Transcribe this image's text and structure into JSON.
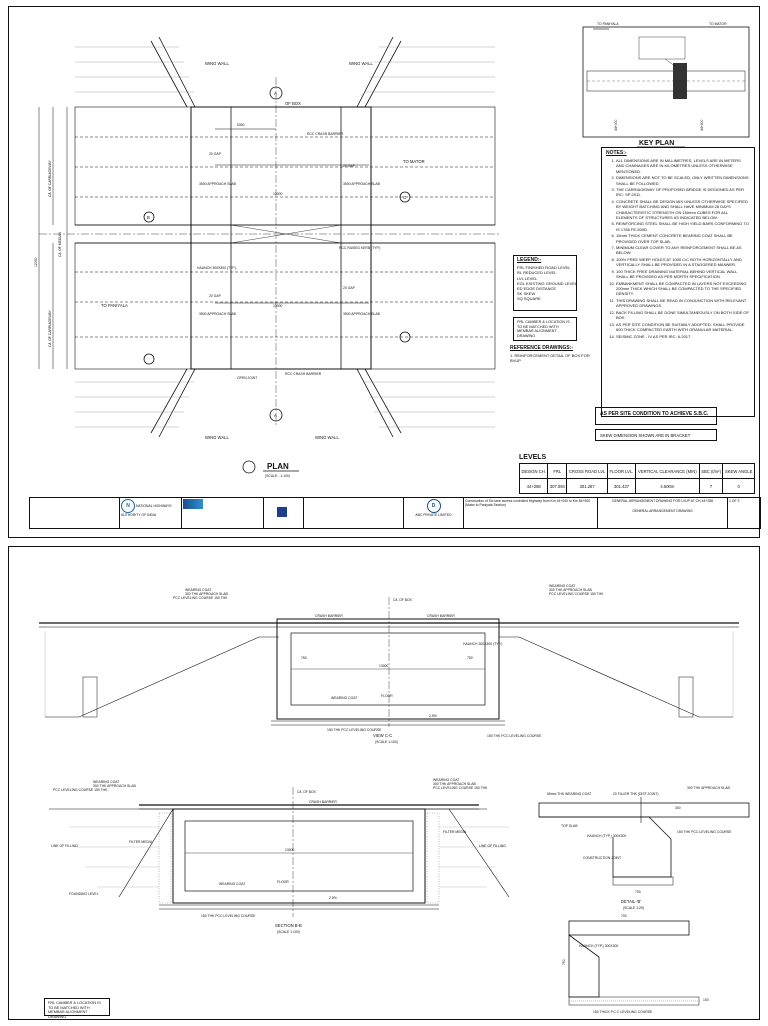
{
  "sheet1": {
    "plan": {
      "title": "PLAN",
      "scale": "(SCALE - 1:100)",
      "labels": {
        "wing_wall_tl": "WING WALL",
        "wing_wall_tr": "WING WALL",
        "wing_wall_bl": "WING WALL",
        "wing_wall_br": "WING WALL",
        "of_box": "OF BOX",
        "rcc_crash_barrier_top": "RCC CRASH BARRIER",
        "rcc_crash_barrier_bottom": "RCC CRASH BARRIER",
        "to_mator": "TO MATOR",
        "to_paniyala": "TO PANIYALA",
        "haunch": "HAUNCH 300X300 (TYP.)",
        "open_joint": "OPEN JOINT",
        "rcc_raised_kerb": "RCC RAISED KERB (TYP.)",
        "gap_20_tl": "20 GAP",
        "gap_20_tr": "20 GAP",
        "gap_20_bl": "20 GAP",
        "gap_20_br": "20 GAP",
        "approach_slab_tl": "3500 APPROACH SLAB",
        "approach_slab_tr": "3500 APPROACH SLAB",
        "approach_slab_bl": "3500 APPROACH SLAB",
        "approach_slab_br": "3500 APPROACH SLAB",
        "dim_5300": "5300",
        "dim_13000_top": "13000",
        "dim_13000_bottom": "13000",
        "dim_12050": "12050",
        "c_l_carriageway_top": "C/L OF CARRIAGEWAY",
        "c_l_median": "C/L OF MEDIAN",
        "c_l_carriageway_bottom": "C/L OF CARRIAGEWAY",
        "section_a": "A",
        "section_b": "B",
        "section_c": "C"
      }
    },
    "key_plan": {
      "title": "KEY PLAN",
      "to_paniyala": "TO PANIYALA",
      "to_mator": "TO MATOR",
      "ch_left": "44+000",
      "ch_right": "44+400"
    },
    "notes": {
      "title": "NOTES:-",
      "items": [
        "ALL DIMENSIONS ARE IN MILLIMETRES, LEVELS ARE IN METERS AND CHAINAGES ARE IN KILOMETRES UNLESS OTHERWISE MENTIONED.",
        "DIMENSIONS ARE NOT TO BE SCALED, ONLY WRITTEN DIMENSIONS SHALL BE FOLLOWED.",
        "THE CARRIAGEWAY OF PROPOSED BRIDGE IS DESIGNED AS PER IRC: SP:2011.",
        "CONCRETE SHALL BE DESIGN MIX UNLESS OTHERWISE SPECIFIED BY WEIGHT BATCHING AND SHALL HAVE MINIMUM 28 DAYS CHARACTERISTIC STRENGTH ON 150mm CUBES FOR ALL ELEMENTS OF STRUCTURES AS INDICATED BELOW:",
        "REINFORCING STEEL SHALL BE HIGH YIELD BARS CONFORMING TO IS 1786 FE-500D.",
        "15mm THICK CEMENT CONCRETE BEARING COAT SHALL BE PROVIDED OVER TOP SLAB.",
        "MINIMUM CLEAR COVER TO ANY REINFORCEMENT SHALL BE AS BELOW:",
        "100% FREE WEEP HOLES AT 1000 C/C BOTH HORIZONTALLY AND VERTICALLY SHALL BE PROVIDED IN A STAGGERED MANNER.",
        "100 THICK FREE DRAINING MATERIAL BEHIND VERTICAL WALL SHALL BE PROVIDED AS PER MORTH SPECIFICATION.",
        "EMBANKMENT SHALL BE COMPACTED IN LAYERS NOT EXCEEDING 200mm THICK WHICH SHALL BE COMPACTED TO THE SPECIFIED DENSITY.",
        "THIS DRAWING SHALL BE READ IN CONJUNCTION WITH RELEVANT APPROVED DRAWINGS.",
        "BACK FILLING SHALL BE DONE SIMULTANEOUSLY ON BOTH SIDE OF BOX.",
        "AS PER SITE CONDITION BE SUITABLY ADOPTED. SHALL PROVIDE 600 THICK COMPACTED EARTH WITH GRANULAR MATERIAL.",
        "SEISMIC ZONE - IV AS PER IRC: 6-2017."
      ]
    },
    "legend": {
      "title": "LEGEND:-",
      "rows": [
        "FRL  FINISHED ROAD LEVEL",
        "RL  REDUCED LEVEL",
        "LVL  LEVEL",
        "EGL  EXISTING GROUND LEVEL",
        "ED  EDGE DISTANCE",
        "SK  SKEW",
        "SQ  SQUARE"
      ]
    },
    "frl_note": "FRL CAMBER & LOCATION IS TO BE MATCHED WITH MEMBAR ALIGNMENT DRAWING",
    "ref_drawings": {
      "title": "REFERENCE DRAWINGS:-",
      "item": "1. REINFORCEMENT DETAIL OF BOX FOR BVUP"
    },
    "sbc_note": "AS PER SITE CONDITION TO ACHIEVE S.B.C.",
    "bracket_note": "SKEW DIMENSION SHOWN ARE IN BRACKET",
    "levels": {
      "title": "LEVELS",
      "headers": [
        "DESIGN CH.",
        "FRL",
        "CROSS ROAD LVL",
        "FLOOR LVL.",
        "VERTICAL CLEARANCE (MIN)",
        "SBC (t/m²)",
        "SKEW ANGLE"
      ],
      "row": [
        "44+288",
        "307.094",
        "301.287",
        "301.437",
        "4.500m",
        "7",
        "0"
      ]
    },
    "title_block": {
      "authority": "NATIONAL HIGHWAYS AUTHORITY OF INDIA",
      "contractor": "ABC PRIVATE LIMITED",
      "project": "Construction of Six lane access controlled Highway from Km 44+000 to Km 84+500 (Mator to Paniyala Section)",
      "drawing_title": "GENERAL ARRANGEMENT DRAWING FOR LVUP AT CH-44+288",
      "drawing_title2": "GENERAL ARRANGEMENT DRAWING",
      "sheet": "1 OF 3"
    }
  },
  "sheet2": {
    "view_cc": {
      "title": "VIEW C-C",
      "scale": "(SCALE 1:100)",
      "labels": {
        "wearing_coat_l": "WEARING COAT",
        "approach_slab_l": "300 THK APPROACH SLAB",
        "pcc_l": "PCC LEVELING COURSE 150 THK",
        "wearing_coat_r": "WEARING COAT",
        "approach_slab_r": "300 THK APPROACH SLAB",
        "pcc_r": "PCC LEVELING COURSE 150 THK",
        "crash_barrier_l": "CRASH BARRIER",
        "crash_barrier_r": "CRASH BARRIER",
        "c_l_box": "C/L OF BOX",
        "wearing_coat_mid": "WEARING COAT",
        "floor": "FLOOR",
        "haunch": "HAUNCH 300X300 (TYP.)",
        "dim_13000": "13000",
        "dim_750_l": "750",
        "dim_750_r": "750",
        "slope": "2.5%",
        "pcc_bottom": "150 THK PCC LEVELING COURSE",
        "pcc_bottom_r": "150 THK PCC LEVELING COURSE"
      }
    },
    "section_bb": {
      "title": "SECTION B-B",
      "scale": "(SCALE 1:100)",
      "labels": {
        "wearing_coat_l": "WEARING COAT",
        "approach_slab_l": "300 THK APPROACH SLAB",
        "pcc_l": "PCC LEVELING COURSE 150 THK",
        "wearing_coat_r": "WEARING COAT",
        "approach_slab_r": "300 THK APPROACH SLAB",
        "pcc_r": "PCC LEVELING COURSE 150 THK",
        "c_l_box": "C/L OF BOX",
        "crash_barrier": "CRASH BARRIER",
        "filter_media": "FILTER MEDIA",
        "filter_media_r": "FILTER MEDIA",
        "dim_13000": "13000",
        "wearing_coat_mid": "WEARING COAT",
        "floor": "FLOOR",
        "slope": "2.5%",
        "pcc_bottom": "150 THK PCC LEVELING COURSE",
        "line_of_filling_l": "LINE OF FILLING",
        "line_of_filling_r": "LINE OF FILLING",
        "founding": "FOUNDING LEVEL"
      }
    },
    "detail_b": {
      "title": "DETAIL-'B'",
      "scale": "(SCALE 1:25)",
      "labels": {
        "wearing_coat": "65mm THK WEARING COAT",
        "filler": "20 FILLER THK (DIST JOINT)",
        "approach_slab": "300 THK APPROACH SLAB",
        "top_slab": "TOP SLAB",
        "haunch": "HAUNCH (TYP.) 300X300",
        "pcc": "150 THK PCC LEVELING COURSE",
        "construction_joint": "CONSTRUCTION JOINT",
        "dim_700": "700",
        "dim_300": "300"
      }
    },
    "detail_a": {
      "labels": {
        "dim_700": "700",
        "haunch": "HAUNCH (TYP.) 300X300",
        "dim_750": "750",
        "dim_100": "100",
        "pcc": "150 THICK P.C.C LEVELING COURSE"
      }
    },
    "frl_note": "FRL CAMBER & LOCATION IS TO BE MATCHED WITH MEMBAR ALIGNMENT DRAWING"
  }
}
